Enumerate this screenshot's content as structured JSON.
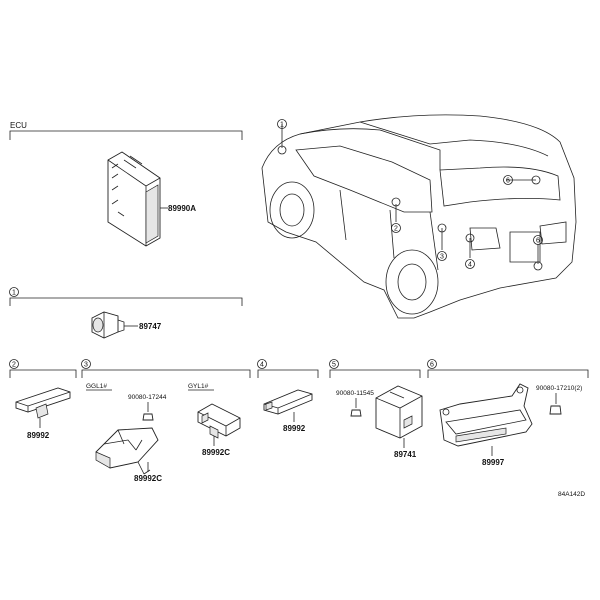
{
  "sections": {
    "ecu": {
      "title": "ECU",
      "part": "89990A"
    },
    "s1": {
      "marker": "1",
      "part": "89747"
    },
    "s2": {
      "marker": "2",
      "part": "89992"
    },
    "s3": {
      "marker": "3",
      "variant_a": "GGL1#",
      "variant_b": "GYL1#",
      "bolt": "90080-17244",
      "part_a": "89992C",
      "part_b": "89992C"
    },
    "s4": {
      "marker": "4",
      "part": "89992"
    },
    "s5": {
      "marker": "5",
      "bolt": "90080-11545",
      "part": "89741"
    },
    "s6": {
      "marker": "6",
      "bolt": "90080-17210(2)",
      "part": "89997"
    }
  },
  "car_callouts": [
    "1",
    "6",
    "2",
    "3",
    "4",
    "6"
  ],
  "diagram_code": "84A142D"
}
